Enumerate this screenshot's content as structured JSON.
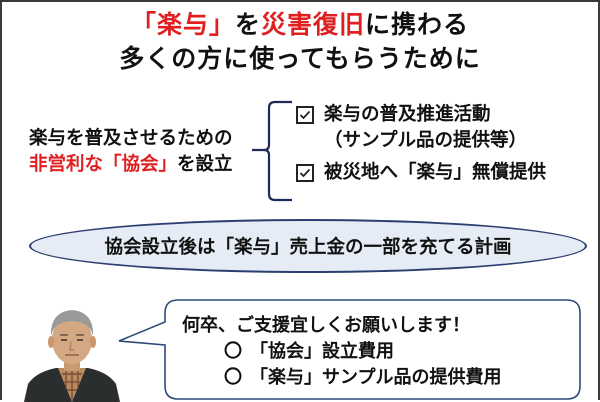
{
  "title": {
    "line1": {
      "part1_red": "「楽与」",
      "part2": "を",
      "part3_red": "災害復旧",
      "part4": "に携わる"
    },
    "line2": "多くの方に使ってもらうために"
  },
  "association": {
    "line1": "楽与を普及させるための",
    "line2_red": "非営利な「協会」",
    "line2_rest": "を設立"
  },
  "checklist": [
    {
      "icon": "checkbox-checked-icon",
      "label": "楽与の普及推進活動",
      "sub": "（サンプル品の提供等）"
    },
    {
      "icon": "checkbox-checked-icon",
      "label": "被災地へ「楽与」無償提供"
    }
  ],
  "plan": "協会設立後は「楽与」売上金の一部を充てる計画",
  "speech": {
    "greeting": "何卒、ご支援宜しくお願いします！",
    "items": [
      {
        "marker": "〇",
        "label": "「協会」設立費用"
      },
      {
        "marker": "〇",
        "label": "「楽与」サンプル品の提供費用"
      }
    ]
  },
  "colors": {
    "accent_red": "#e02020",
    "navy": "#1f2a5a",
    "ellipse_fill": "#e6ecf5",
    "bubble_border": "#2c4a7a"
  }
}
